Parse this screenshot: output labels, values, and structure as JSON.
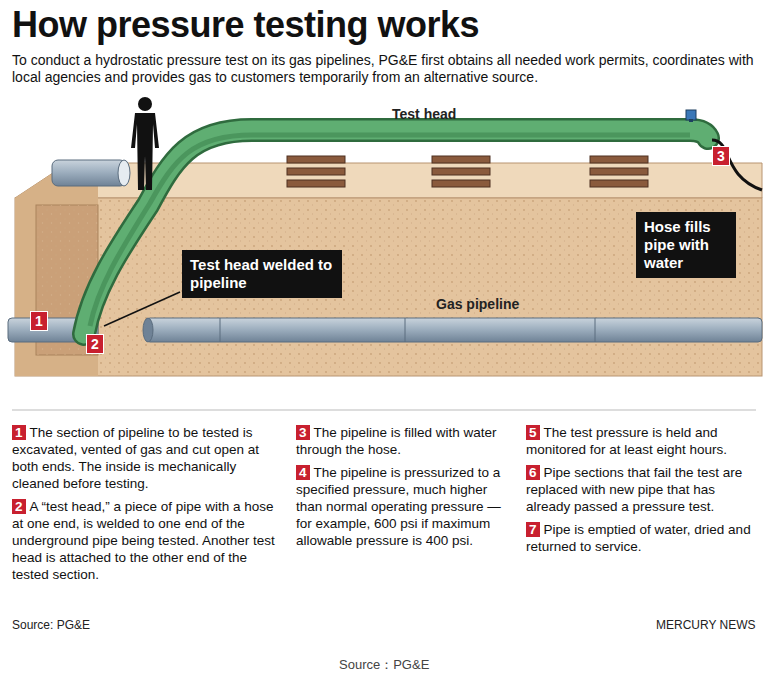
{
  "diagram": {
    "title": "How pressure testing works",
    "caption": "Source：PG&E",
    "nodes": [
      {
        "text": [
          "Test head welded to pipeline"
        ]
      },
      {
        "text": [
          "Hose fills pipe with water"
        ]
      }
    ],
    "edges": [],
    "labels": [
      "To conduct a hydrostatic pressure test on its gas pipelines, PG&E first obtains all needed work permits, coordinates with local agencies and provides gas to customers temporarily from an alternative source.",
      "Test head",
      "Gas pipeline",
      "1",
      "2",
      "3",
      "1",
      "The section of pipeline to be tested is excavated, vented of gas and cut open at both ends. The inside is mechanically cleaned before testing.",
      "2",
      "A “test head,” a piece of pipe with a hose at one end, is welded to one end of the underground pipe being tested. Another test head is attached to the other end of the tested section.",
      "3",
      "The pipeline is filled with water through the hose.",
      "4",
      "The pipeline is pressurized to a specified pressure, much higher than normal operating pressure — for example, 600 psi if maximum allowable pressure is 400 psi.",
      "5",
      "The test pressure is held and monitored for at least eight hours.",
      "6",
      "Pipe sections that fail the test are replaced with new pipe that has already passed a pressure test.",
      "7",
      "Pipe is emptied of water, dried and returned to service.",
      "Source: PG&E",
      "MERCURY NEWS"
    ]
  }
}
